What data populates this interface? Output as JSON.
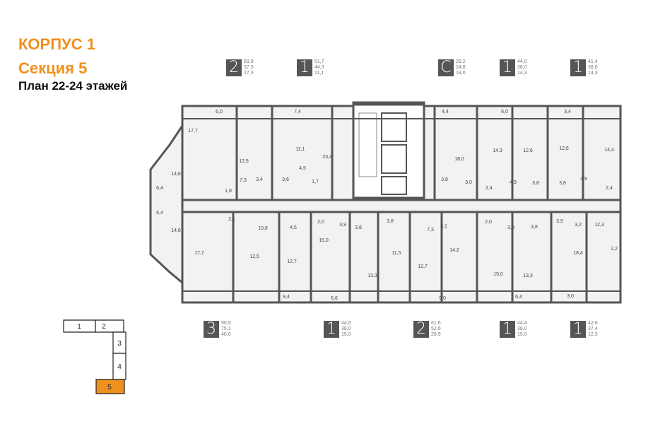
{
  "header": {
    "building": "КОРПУС 1",
    "section": "Секция 5",
    "floors": "План 22-24 этажей"
  },
  "colors": {
    "accent": "#f0901e",
    "wall": "#555555",
    "floor": "#f2f2f2",
    "badge": "#555555"
  },
  "apartments_top": [
    {
      "rooms": "2",
      "areas": [
        "69,9",
        "57,5",
        "27,3"
      ]
    },
    {
      "rooms": "1",
      "areas": [
        "51,7",
        "44,3",
        "11,1"
      ]
    },
    {
      "rooms": "С",
      "areas": [
        "29,2",
        "24,8",
        "18,0"
      ]
    },
    {
      "rooms": "1",
      "areas": [
        "44,0",
        "38,0",
        "14,3"
      ]
    },
    {
      "rooms": "1",
      "areas": [
        "41,4",
        "38,0",
        "14,3"
      ]
    }
  ],
  "apartments_bottom": [
    {
      "rooms": "3",
      "areas": [
        "90,9",
        "75,1",
        "40,0"
      ]
    },
    {
      "rooms": "1",
      "areas": [
        "44,6",
        "38,0",
        "15,0"
      ]
    },
    {
      "rooms": "2",
      "areas": [
        "61,6",
        "52,6",
        "26,9"
      ]
    },
    {
      "rooms": "1",
      "areas": [
        "44,4",
        "38,0",
        "15,0"
      ]
    },
    {
      "rooms": "1",
      "areas": [
        "42,6",
        "37,4",
        "12,3"
      ]
    }
  ],
  "room_areas": [
    "6,0",
    "7,4",
    "4,4",
    "6,0",
    "3,4",
    "17,7",
    "12,5",
    "11,1",
    "23,4",
    "4,5",
    "3,4",
    "3,6",
    "1,7",
    "7,3",
    "1,8",
    "14,8",
    "6,4",
    "18,0",
    "14,3",
    "12,6",
    "12,6",
    "14,3",
    "3,8",
    "3,0",
    "2,4",
    "4,9",
    "3,8",
    "3,8",
    "4,9",
    "2,4",
    "6,4",
    "14,8",
    "2,1",
    "10,8",
    "4,5",
    "2,0",
    "3,9",
    "15,0",
    "3,8",
    "3,8",
    "7,3",
    "3,1",
    "2,0",
    "3,9",
    "3,8",
    "3,5",
    "3,2",
    "12,3",
    "17,7",
    "12,5",
    "12,7",
    "11,5",
    "14,2",
    "12,7",
    "13,3",
    "15,0",
    "13,3",
    "18,4",
    "2,2",
    "9,4",
    "6,6",
    "9,0",
    "6,4",
    "3,0"
  ],
  "key_plan": {
    "sections": [
      "1",
      "2",
      "3",
      "4",
      "5"
    ],
    "current": "5"
  }
}
